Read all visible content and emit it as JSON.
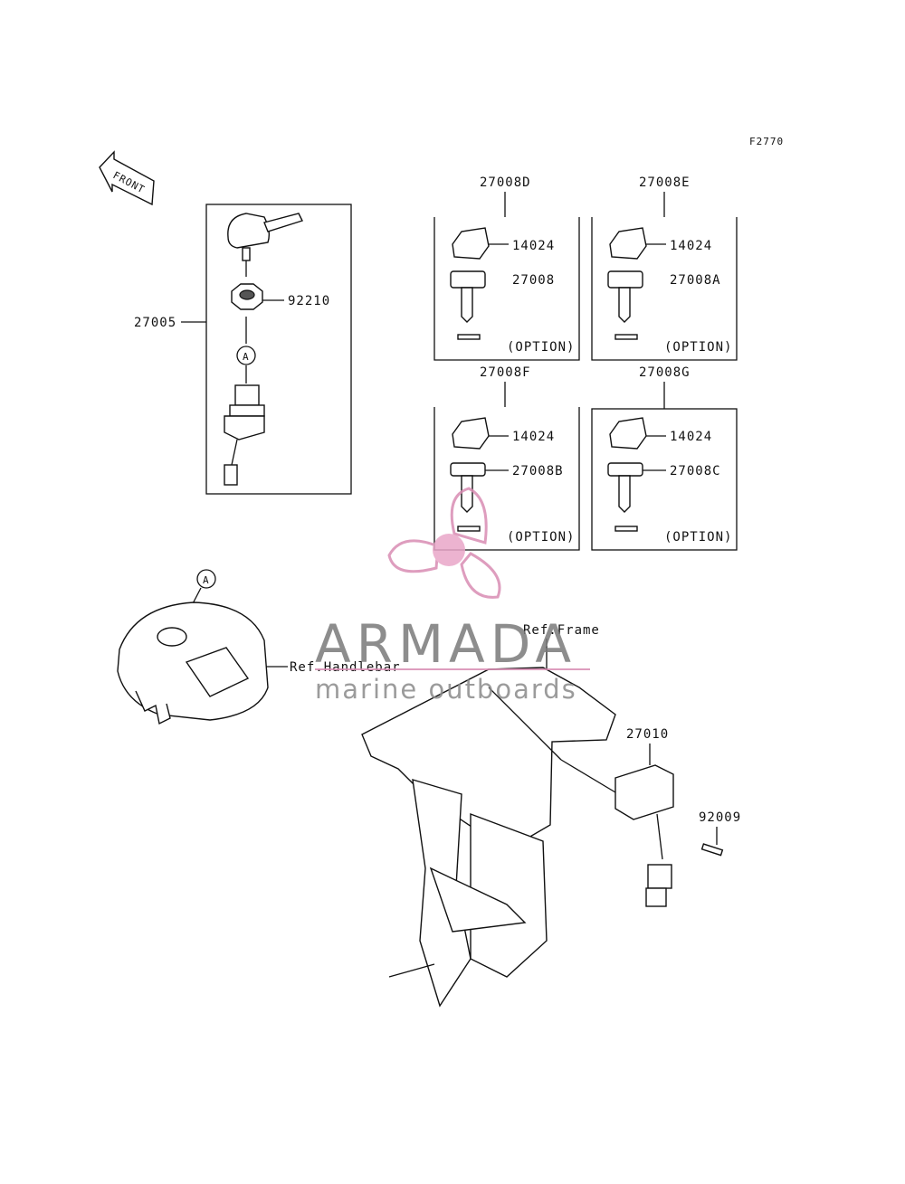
{
  "figure_code": "F2770",
  "front_arrow_label": "FRONT",
  "callouts": {
    "assembly": "27005",
    "nut": "92210",
    "ref_a": "A",
    "kit_d": "27008D",
    "kit_e": "27008E",
    "kit_f": "27008F",
    "kit_g": "27008G",
    "cap": "14024",
    "key_d": "27008",
    "key_e": "27008A",
    "key_f": "27008B",
    "key_g": "27008C",
    "option": "(OPTION)",
    "ref_handlebar": "Ref.Handlebar",
    "ref_frame": "Ref.Frame",
    "switch": "27010",
    "screw": "92009"
  },
  "watermark": {
    "brand": "ARMADA",
    "tagline": "marine outboards",
    "color": "#d98cb3"
  }
}
